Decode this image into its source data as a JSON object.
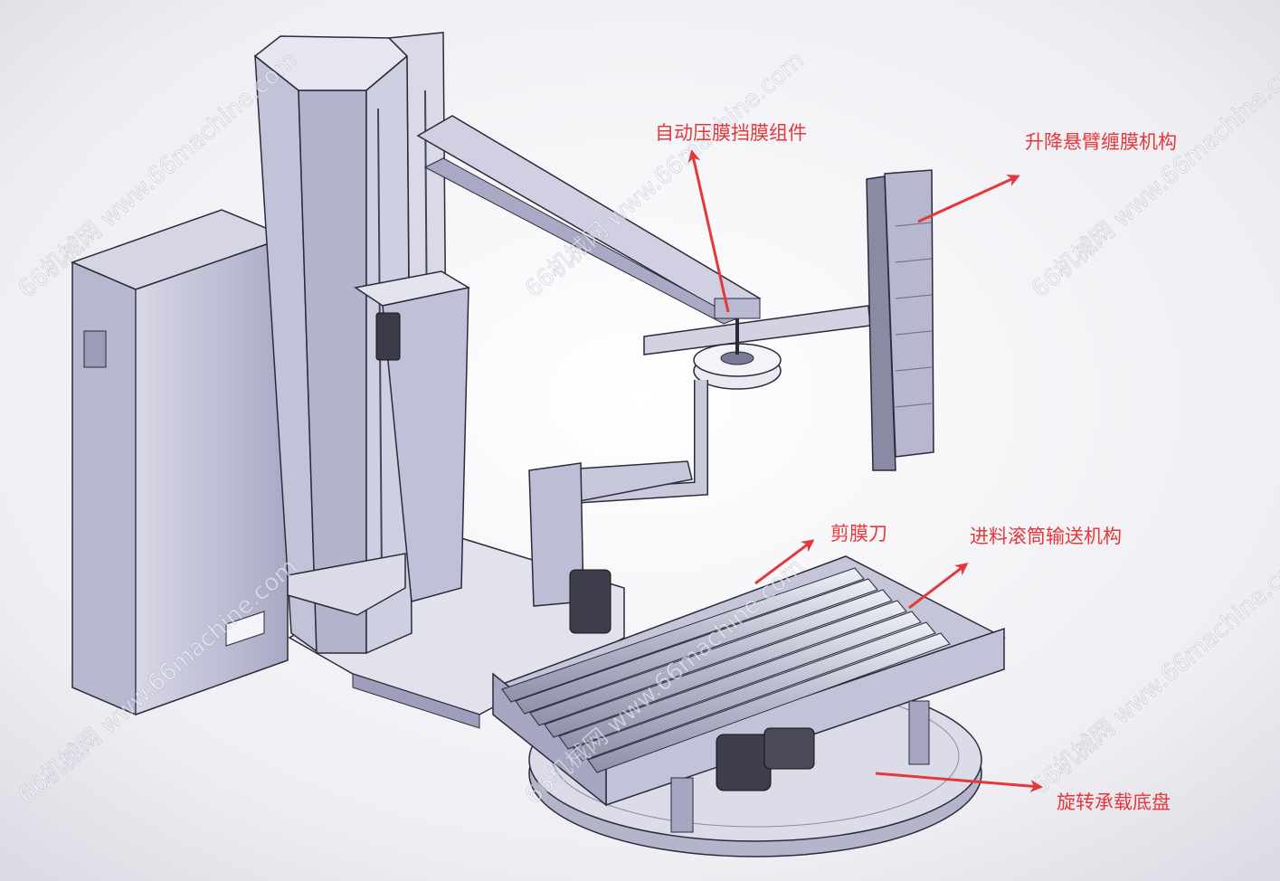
{
  "labels": {
    "film_press_assembly": "自动压膜挡膜组件",
    "lifting_arm_mechanism": "升降悬臂缠膜机构",
    "film_cutter": "剪膜刀",
    "roller_conveyor": "进料滚筒输送机构",
    "rotary_base": "旋转承载底盘"
  },
  "watermarks": {
    "text_a": "66机械网 www.66machine.com",
    "text_b": "www.66machine.com"
  },
  "colors": {
    "background": "#f2f2f6",
    "metal_light": "#c9c9dc",
    "metal_mid": "#a8a8c4",
    "metal_dark": "#6e6e8c",
    "outline": "#2a2a3a",
    "callout": "#e5383b"
  }
}
